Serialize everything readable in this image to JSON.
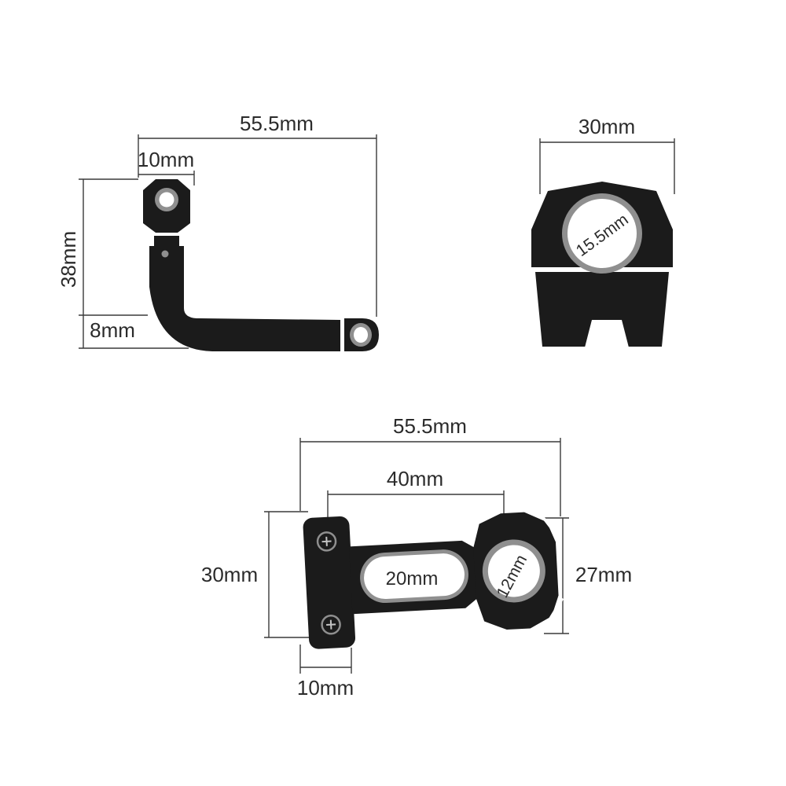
{
  "colors": {
    "background": "#ffffff",
    "part": "#1b1b1b",
    "ring": "#8f8f8f",
    "hole": "#ffffff",
    "dim_line": "#3a3a3a",
    "text": "#2b2b2b",
    "screw_detail": "#c4c4c4"
  },
  "views": {
    "side_bracket": {
      "width": "55.5mm",
      "hole_offset": "10mm",
      "height": "38mm",
      "arm_thickness": "8mm"
    },
    "clamp_front": {
      "width": "30mm",
      "bore": "15.5mm"
    },
    "top_mount": {
      "width": "55.5mm",
      "hole_span": "40mm",
      "plate_height": "30mm",
      "slot_length": "20mm",
      "bore": "12mm",
      "clamp_height": "27mm",
      "plate_width": "10mm"
    }
  }
}
